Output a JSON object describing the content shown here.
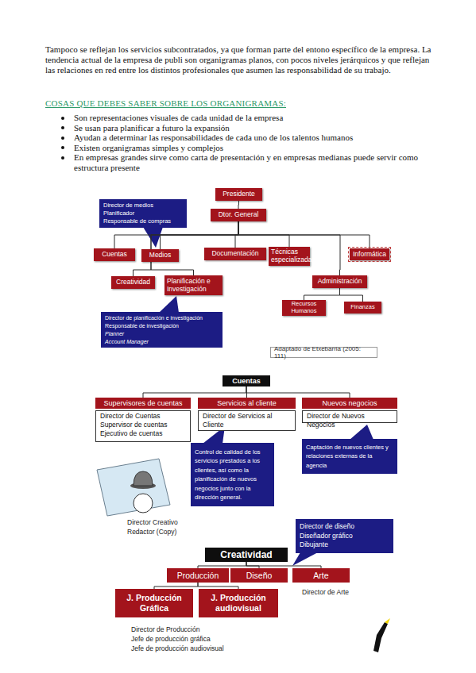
{
  "diagram": {
    "title": "COSAS QUE DEBES SABER SOBRE LOS ORGANIGRAMAS:",
    "nodes": [
      {
        "text": [
          "Presidente"
        ]
      },
      {
        "text": [
          "Dtor. General"
        ]
      },
      {
        "text": [
          "Director de medios",
          "Planificador",
          "Responsable de compras"
        ]
      },
      {
        "text": [
          "Cuentas"
        ]
      },
      {
        "text": [
          "Medios"
        ]
      },
      {
        "text": [
          "Documentación"
        ]
      },
      {
        "text": [
          "Técnicas especializadas"
        ]
      },
      {
        "text": [
          "Informática"
        ]
      },
      {
        "text": [
          "Creatividad"
        ]
      },
      {
        "text": [
          "Planificación e Investigación"
        ]
      },
      {
        "text": [
          "Administración"
        ]
      },
      {
        "text": [
          "Recursos Humanos"
        ]
      },
      {
        "text": [
          "Finanzas"
        ]
      },
      {
        "text": [
          "Director de planificación e investigación",
          "Responsable de investigación",
          "Planner",
          "Account Manager"
        ]
      },
      {
        "text": [
          "Adaptado de Etxebarria (2005: 111)"
        ]
      },
      {
        "text": [
          "Cuentas"
        ]
      },
      {
        "text": [
          "Supervisores de cuentas",
          "Director de Cuentas",
          "Supervisor de cuentas",
          "Ejecutivo de cuentas"
        ]
      },
      {
        "text": [
          "Servicios al cliente",
          "Director de Servicios al Cliente"
        ]
      },
      {
        "text": [
          "Nuevos negocios",
          "Director de Nuevos Negocios"
        ]
      },
      {
        "text": [
          "Control de calidad de los servicios prestados a los clientes, así como la planificación de nuevos negocios junto con la dirección general."
        ]
      },
      {
        "text": [
          "Captación de nuevos clientes y relaciones externas de la agencia"
        ]
      },
      {
        "text": [
          "Director de diseño",
          "Diseñador gráfico",
          "Dibujante"
        ]
      },
      {
        "text": [
          "Creatividad"
        ]
      },
      {
        "text": [
          "Producción"
        ]
      },
      {
        "text": [
          "Diseño"
        ]
      },
      {
        "text": [
          "Arte"
        ]
      },
      {
        "text": [
          "J. Producción Gráfica"
        ]
      },
      {
        "text": [
          "J. Producción audiovisual"
        ]
      }
    ],
    "edges": [
      {
        "from": 0,
        "to": 1,
        "arrow": "none"
      },
      {
        "from": 1,
        "to": 3,
        "arrow": "none"
      },
      {
        "from": 1,
        "to": 4,
        "arrow": "none"
      },
      {
        "from": 1,
        "to": 5,
        "arrow": "none"
      },
      {
        "from": 1,
        "to": 6,
        "arrow": "none"
      },
      {
        "from": 1,
        "to": 7,
        "arrow": "none"
      },
      {
        "from": 1,
        "to": 8,
        "arrow": "none"
      },
      {
        "from": 1,
        "to": 9,
        "arrow": "none"
      },
      {
        "from": 1,
        "to": 10,
        "arrow": "none"
      },
      {
        "from": 10,
        "to": 11,
        "arrow": "none"
      },
      {
        "from": 10,
        "to": 12,
        "arrow": "none"
      },
      {
        "from": 15,
        "to": 16,
        "arrow": "none"
      },
      {
        "from": 15,
        "to": 17,
        "arrow": "none"
      },
      {
        "from": 15,
        "to": 18,
        "arrow": "none"
      },
      {
        "from": 22,
        "to": 23,
        "arrow": "none"
      },
      {
        "from": 22,
        "to": 24,
        "arrow": "none"
      },
      {
        "from": 22,
        "to": 25,
        "arrow": "none"
      },
      {
        "from": 23,
        "to": 26,
        "arrow": "none"
      },
      {
        "from": 23,
        "to": 27,
        "arrow": "none"
      }
    ],
    "labels": [
      "Tampoco se reflejan los servicios subcontratados, ya que forman parte del entono específico de la empresa. La tendencia actual de la empresa de publi son organigramas planos, con pocos niveles jerárquicos y que reflejan las relaciones en red entre los distintos profesionales que asumen las responsabilidad de su trabajo.",
      "Son representaciones visuales de cada unidad de la empresa",
      "Se usan para planificar a futuro la expansión",
      "Ayudan a determinar las responsabilidades de cada uno de los talentos humanos",
      "Existen organigramas simples y complejos",
      "En empresas grandes sirve como carta de presentación y en empresas medianas puede servir como estructura presente",
      "Director Creativo",
      "Redactor (Copy)",
      "Director de Arte",
      "Director de Producción",
      "Jefe de producción gráfica",
      "Jefe de producción audiovisual"
    ]
  }
}
